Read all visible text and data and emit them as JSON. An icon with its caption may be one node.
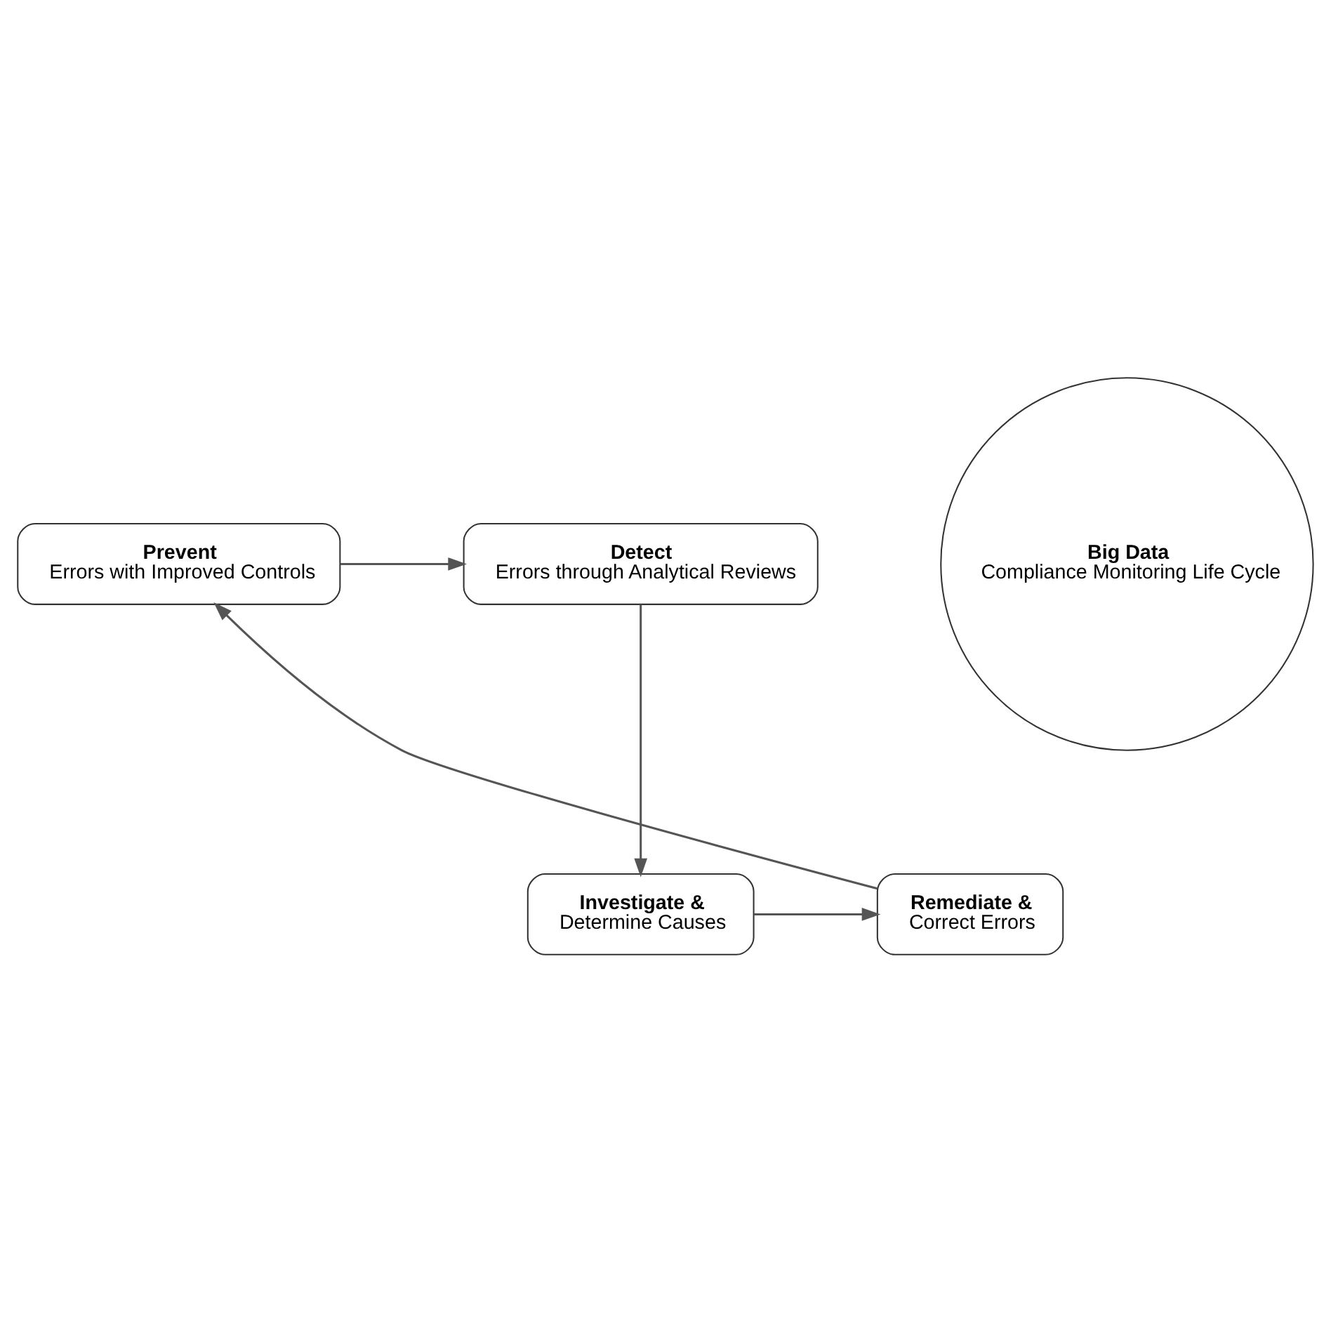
{
  "diagram": {
    "nodes": [
      {
        "text": [
          "Prevent",
          "Errors with Improved Controls"
        ]
      },
      {
        "text": [
          "Detect",
          "Errors through Analytical Reviews"
        ]
      },
      {
        "text": [
          "Investigate &",
          "Determine Causes"
        ]
      },
      {
        "text": [
          "Remediate &",
          "Correct Errors"
        ]
      },
      {
        "text": [
          "Big Data",
          "Compliance Monitoring Life Cycle"
        ]
      }
    ],
    "edges": [
      {
        "from": 0,
        "to": 1,
        "arrow": "to"
      },
      {
        "from": 1,
        "to": 2,
        "arrow": "to"
      },
      {
        "from": 2,
        "to": 3,
        "arrow": "to"
      },
      {
        "from": 3,
        "to": 0,
        "arrow": "to"
      }
    ]
  }
}
